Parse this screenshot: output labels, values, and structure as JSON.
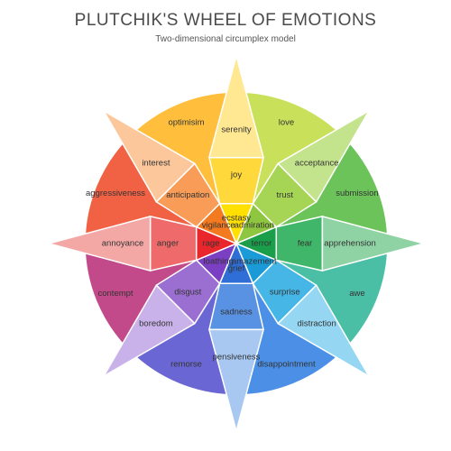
{
  "title": "PLUTCHIK'S WHEEL OF EMOTIONS",
  "subtitle": "Two-dimensional circumplex model",
  "petals": [
    {
      "id": "joy",
      "colors": [
        "#ffe000",
        "#ffd83c",
        "#ffe891"
      ],
      "tip": "#fff3c4",
      "labels": {
        "inner": "ecstasy",
        "mid": "joy",
        "outer": "serenity"
      }
    },
    {
      "id": "trust",
      "colors": [
        "#8ec63f",
        "#a6d455",
        "#c4e38d"
      ],
      "tip": "#e3f0c6",
      "labels": {
        "inner": "admiration",
        "mid": "trust",
        "outer": "acceptance"
      }
    },
    {
      "id": "fear",
      "colors": [
        "#1a9e4a",
        "#3fb669",
        "#8fd3a4"
      ],
      "tip": "#d2eedb",
      "labels": {
        "inner": "terror",
        "mid": "fear",
        "outer": "apprehension"
      }
    },
    {
      "id": "surprise",
      "colors": [
        "#1a9bd8",
        "#45b6e6",
        "#95d6f2"
      ],
      "tip": "#d2ecf8",
      "labels": {
        "inner": "amazement",
        "mid": "surprise",
        "outer": "distraction"
      }
    },
    {
      "id": "sadness",
      "colors": [
        "#2f6ed6",
        "#5a92e3",
        "#a8c8f2"
      ],
      "tip": "#d5e5f8",
      "labels": {
        "inner": "grief",
        "mid": "sadness",
        "outer": "pensiveness"
      }
    },
    {
      "id": "disgust",
      "colors": [
        "#7a3fc2",
        "#9b6fd1",
        "#c9b2ea"
      ],
      "tip": "#e6dbf5",
      "labels": {
        "inner": "loathing",
        "mid": "disgust",
        "outer": "boredom"
      }
    },
    {
      "id": "anger",
      "colors": [
        "#e8262b",
        "#ef6b6b",
        "#f4a8a6"
      ],
      "tip": "#f9d6d4",
      "labels": {
        "inner": "rage",
        "mid": "anger",
        "outer": "annoyance"
      }
    },
    {
      "id": "anticipation",
      "colors": [
        "#f47a20",
        "#f89c57",
        "#fcc79b"
      ],
      "tip": "#fde1c8",
      "labels": {
        "inner": "vigilance",
        "mid": "anticipation",
        "outer": "interest"
      }
    }
  ],
  "dyads": [
    {
      "id": "love",
      "color": "#c9e15a",
      "label": "love"
    },
    {
      "id": "submission",
      "color": "#6cc35a",
      "label": "submission"
    },
    {
      "id": "awe",
      "color": "#4bbfa6",
      "label": "awe"
    },
    {
      "id": "disapproval",
      "color": "#4b8fe6",
      "label": "disappointment"
    },
    {
      "id": "remorse",
      "color": "#6a67d4",
      "label": "remorse"
    },
    {
      "id": "contempt",
      "color": "#c24a8a",
      "label": "contempt"
    },
    {
      "id": "aggressiveness",
      "color": "#f16244",
      "label": "aggressiveness"
    },
    {
      "id": "optimism",
      "color": "#ffbf3c",
      "label": "optimisim"
    }
  ]
}
